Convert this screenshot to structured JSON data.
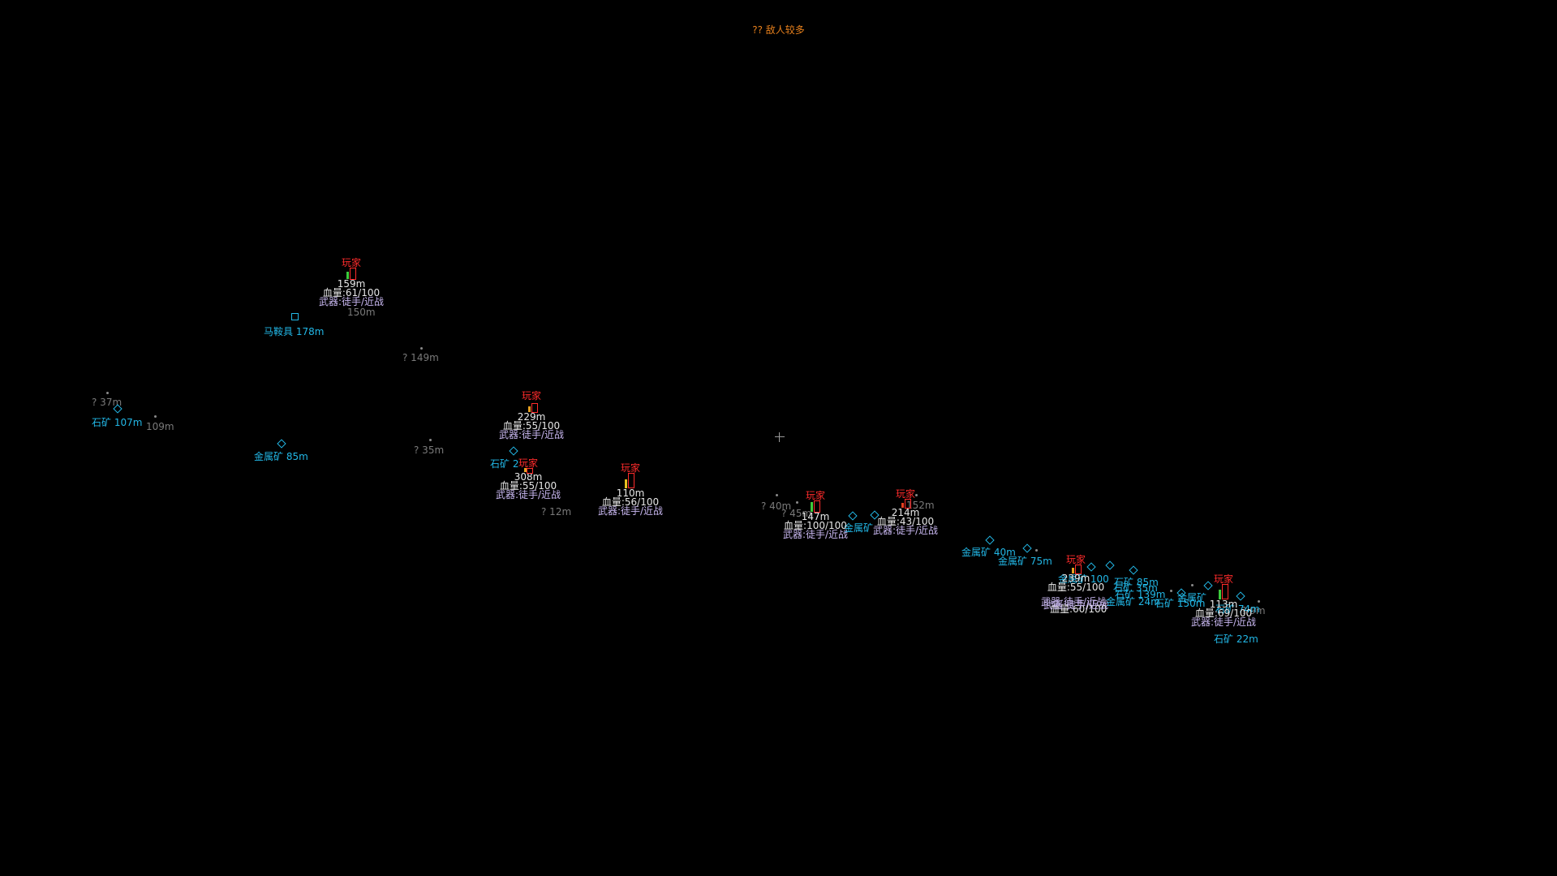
{
  "hud": {
    "top_warning": "?? 敌人较多"
  },
  "players": [
    {
      "name": "玩家",
      "distance": "159m",
      "hp": "血量:61/100",
      "weapon": "武器:徒手/近战",
      "hp_color": "#3ccc3c"
    },
    {
      "name": "玩家",
      "distance": "229m",
      "hp": "血量:55/100",
      "weapon": "武器:徒手/近战",
      "hp_color": "#e6a020"
    },
    {
      "name": "玩家",
      "distance": "308m",
      "hp": "血量:55/100",
      "weapon": "武器:徒手/近战",
      "hp_color": "#e6a020"
    },
    {
      "name": "玩家",
      "distance": "110m",
      "hp": "血量:56/100",
      "weapon": "武器:徒手/近战",
      "hp_color": "#e6c020"
    },
    {
      "name": "玩家",
      "distance": "147m",
      "hp": "血量:100/100",
      "weapon": "武器:徒手/近战",
      "hp_color": "#3ccc3c"
    },
    {
      "name": "玩家",
      "distance": "214m",
      "hp": "血量:43/100",
      "weapon": "武器:徒手/近战",
      "hp_color": "#e64020"
    },
    {
      "name": "玩家",
      "distance": "239m",
      "hp": "血量:55/100",
      "weapon": "武器:徒手/近战",
      "hp_color": "#e6a020"
    },
    {
      "name": "玩家",
      "distance": "113m",
      "hp": "血量:69/100",
      "weapon": "武器:徒手/近战",
      "hp_color": "#3ccc3c"
    }
  ],
  "overlap_texts": {
    "hp_behind": "血量:60/100",
    "weapon_behind": "武器:徒手/近战"
  },
  "resources": [
    {
      "label": "马鞍具 178m"
    },
    {
      "label": "石矿 107m"
    },
    {
      "label": "金属矿 85m"
    },
    {
      "label": "石矿 2"
    },
    {
      "label": "金属矿"
    },
    {
      "label": "金属矿 40m"
    },
    {
      "label": "金属矿 75m"
    },
    {
      "label": "金属矿 100"
    },
    {
      "label": "石矿 85m"
    },
    {
      "label": "石矿 139m"
    },
    {
      "label": "石矿 35m"
    },
    {
      "label": "金属矿 24m"
    },
    {
      "label": "石矿 150m"
    },
    {
      "label": "金属矿"
    },
    {
      "label": "石矿 74m"
    },
    {
      "label": "石矿 22m"
    }
  ],
  "unknowns": [
    {
      "label": "? 37m"
    },
    {
      "label": "109m"
    },
    {
      "label": "? 149m"
    },
    {
      "label": "? 35m"
    },
    {
      "label": "? 12m"
    },
    {
      "label": "? 40m"
    },
    {
      "label": "? 45m"
    },
    {
      "label": "152m"
    },
    {
      "label": "150m"
    },
    {
      "label": "? 9m"
    }
  ],
  "icons": {
    "player_marker": "player-box-icon",
    "resource_marker": "diamond-icon",
    "item_marker": "square-icon",
    "unknown_marker": "dot-icon",
    "crosshair": "crosshair-icon"
  }
}
